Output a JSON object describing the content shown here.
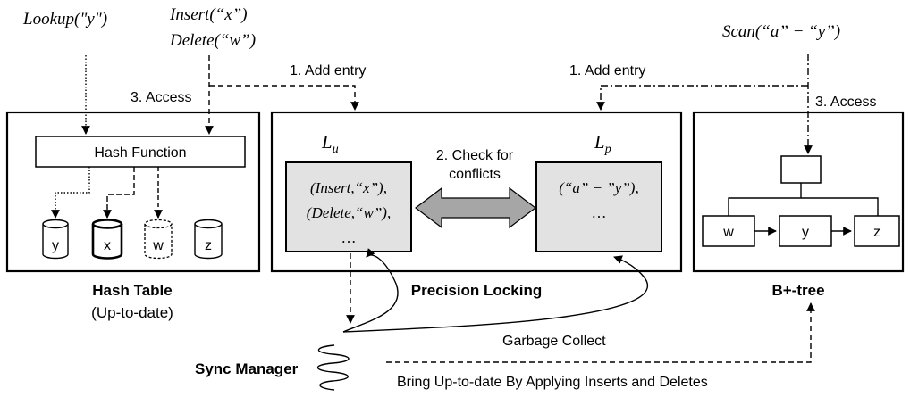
{
  "ops": {
    "lookup": "Lookup(\"y\")",
    "insert": "Insert(“x”)",
    "delete": "Delete(“w”)",
    "scan": "Scan(“a” − “y”)"
  },
  "steps": {
    "add_entry_left": "1. Add entry",
    "add_entry_right": "1. Add entry",
    "access_left": "3. Access",
    "access_right": "3. Access",
    "check_line1": "2. Check for",
    "check_line2": "conflicts"
  },
  "hash_table": {
    "function": "Hash Function",
    "buckets": [
      "y",
      "x",
      "w",
      "z"
    ],
    "title": "Hash Table",
    "subtitle": "(Up-to-date)"
  },
  "precision_locking": {
    "title": "Precision Locking",
    "lu_main": "L",
    "lu_sub": "u",
    "lp_main": "L",
    "lp_sub": "p",
    "lu_entries": [
      "(Insert,“x”),",
      "(Delete,“w”),",
      "…"
    ],
    "lp_entries": [
      "(“a” − ”y”),",
      "…"
    ]
  },
  "btree": {
    "title": "B+-tree",
    "leaves": [
      "w",
      "y",
      "z"
    ]
  },
  "sync": {
    "label": "Sync Manager",
    "garbage": "Garbage Collect",
    "bring": "Bring Up-to-date By Applying Inserts and Deletes"
  }
}
